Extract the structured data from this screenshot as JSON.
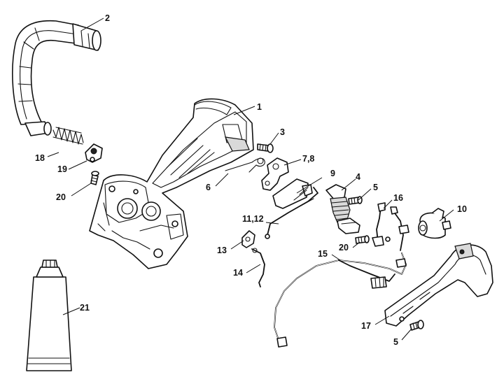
{
  "callouts": {
    "c1": "1",
    "c2": "2",
    "c3": "3",
    "c4": "4",
    "c5a": "5",
    "c5b": "5",
    "c6": "6",
    "c78": "7,8",
    "c9": "9",
    "c10": "10",
    "c1112": "11,12",
    "c13": "13",
    "c14": "14",
    "c15": "15",
    "c16": "16",
    "c17": "17",
    "c18": "18",
    "c19": "19",
    "c20a": "20",
    "c20b": "20",
    "c21": "21"
  }
}
